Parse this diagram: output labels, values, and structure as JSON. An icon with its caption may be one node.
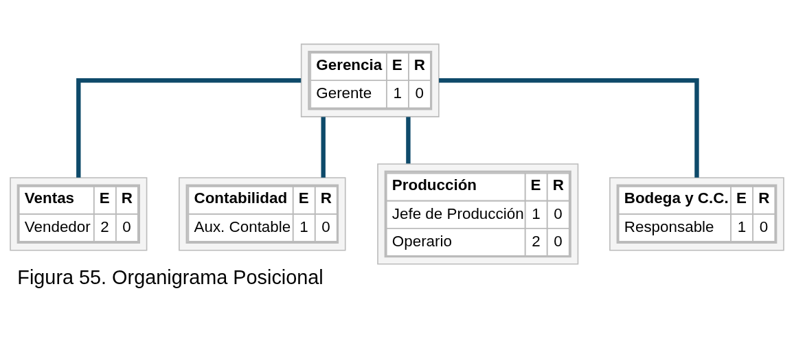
{
  "diagram": {
    "caption": "Figura 55. Organigrama Posicional",
    "nodes": [
      {
        "text": [
          "Gerencia",
          "E",
          "R",
          "Gerente",
          "1",
          "0"
        ]
      },
      {
        "text": [
          "Ventas",
          "E",
          "R",
          "Vendedor",
          "2",
          "0"
        ]
      },
      {
        "text": [
          "Contabilidad",
          "E",
          "R",
          "Aux. Contable",
          "1",
          "0"
        ]
      },
      {
        "text": [
          "Producción",
          "E",
          "R",
          "Jefe de Producción",
          "1",
          "0",
          "Operario",
          "2",
          "0"
        ]
      },
      {
        "text": [
          "Bodega y C.C.",
          "E",
          "R",
          "Responsable",
          "1",
          "0"
        ]
      }
    ],
    "edges": [
      {
        "from": 0,
        "to": 1,
        "arrow": "none"
      },
      {
        "from": 0,
        "to": 2,
        "arrow": "none"
      },
      {
        "from": 0,
        "to": 3,
        "arrow": "none"
      },
      {
        "from": 0,
        "to": 4,
        "arrow": "none"
      }
    ]
  }
}
